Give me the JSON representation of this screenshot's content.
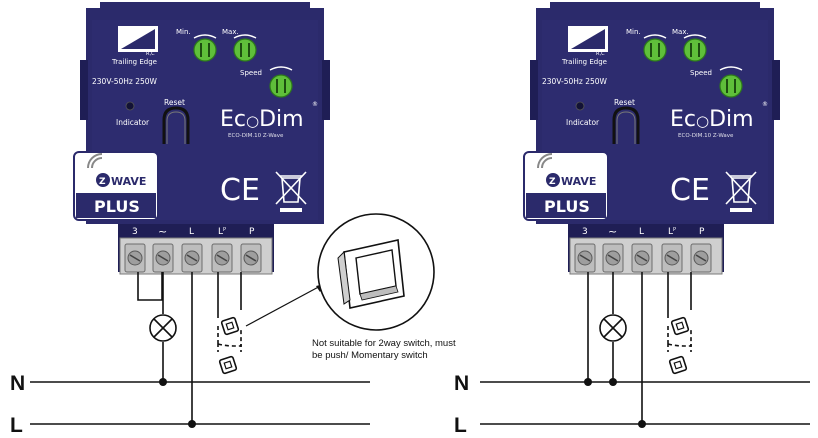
{
  "lines": {
    "neutral": "N",
    "live": "L"
  },
  "device": {
    "brand_a": "Ec",
    "brand_b": "Dim",
    "registered": "®",
    "model": "ECO-DIM.10 Z-Wave",
    "mode_label": "Trailing Edge",
    "mode_icon_text": "R,C",
    "rating": "230V-50Hz  250W",
    "knob_min": "Min.",
    "knob_max": "Max.",
    "knob_speed": "Speed",
    "reset_label": "Reset",
    "indicator_label": "Indicator",
    "certification": "CE",
    "zwave_line1": "WAVE",
    "zwave_z": "Z",
    "zwave_line2": "PLUS",
    "terminals": [
      "3",
      "~",
      "L",
      "L",
      "P"
    ],
    "terminal_sup": "P"
  },
  "note": {
    "line1": "Not suitable for 2way switch, must",
    "line2": "be push/ Momentary switch"
  },
  "colors": {
    "body": "#2b2a6b",
    "body_dark": "#1f1e55",
    "knob": "#5fbf3a",
    "terminal": "#bdbdbd",
    "line": "#111111"
  }
}
